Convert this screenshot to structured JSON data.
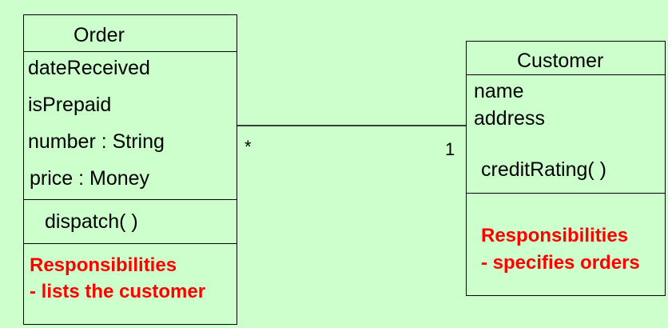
{
  "order": {
    "name": "Order",
    "attributes": [
      "dateReceived",
      "isPrepaid",
      "number :  String",
      "price : Money"
    ],
    "operations": [
      "dispatch( )"
    ],
    "responsibilities": [
      "Responsibilities",
      "- lists the customer"
    ]
  },
  "customer": {
    "name": "Customer",
    "attributes": [
      "name",
      "address"
    ],
    "operations": [
      "creditRating( )"
    ],
    "responsibilities": [
      "Responsibilities",
      "- specifies orders"
    ]
  },
  "association": {
    "order_multiplicity": "*",
    "customer_multiplicity": "1"
  },
  "colors": {
    "background": "#ccffcc",
    "responsibility_text": "#ff0000",
    "lines": "#000000"
  }
}
